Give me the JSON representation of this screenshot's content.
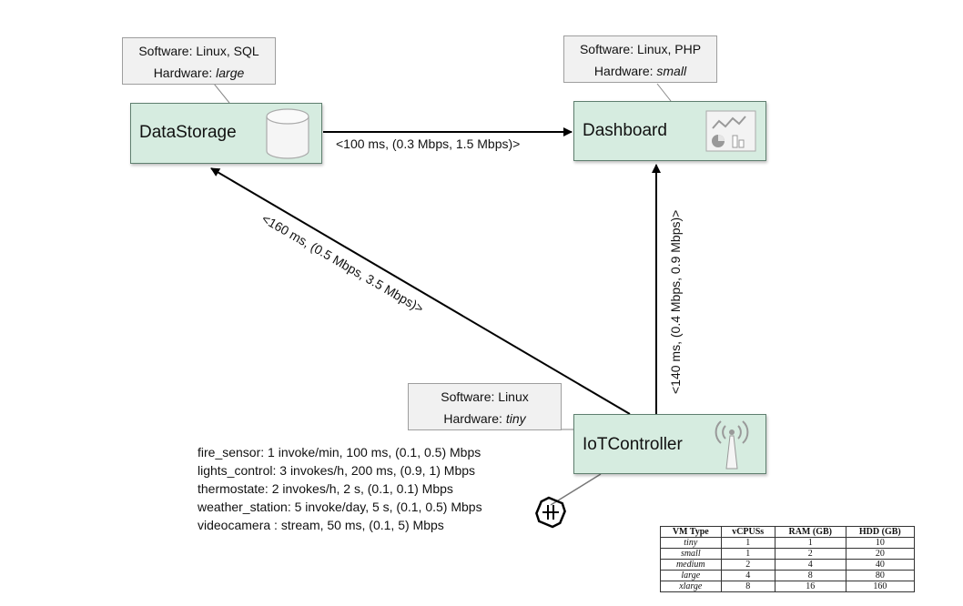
{
  "nodes": {
    "datastorage": {
      "label": "DataStorage",
      "software": "Software: Linux, SQL",
      "hardware_prefix": "Hardware: ",
      "hardware_value": "large",
      "icon": "database-cylinder-icon"
    },
    "dashboard": {
      "label": "Dashboard",
      "software": "Software: Linux, PHP",
      "hardware_prefix": "Hardware: ",
      "hardware_value": "small",
      "icon": "dashboard-chart-icon"
    },
    "iotcontroller": {
      "label": "IoTController",
      "software": "Software: Linux",
      "hardware_prefix": "Hardware: ",
      "hardware_value": "tiny",
      "icon": "antenna-icon"
    }
  },
  "edges": {
    "datastorage_dashboard": "<100 ms, (0.3 Mbps, 1.5 Mbps)>",
    "iotcontroller_datastorage": "<160 ms, (0.5 Mbps, 3.5 Mbps)>",
    "iotcontroller_dashboard": "<140 ms, (0.4 Mbps, 0.9 Mbps)>"
  },
  "devices": [
    "fire_sensor: 1 invoke/min, 100 ms, (0.1, 0.5) Mbps",
    "lights_control: 3 invokes/h, 200 ms, (0.9, 1) Mbps",
    "thermostate: 2 invokes/h, 2 s, (0.1, 0.1) Mbps",
    "weather_station: 5 invoke/day, 5 s, (0.1, 0.5) Mbps",
    "videocamera : stream, 50 ms, (0.1, 5) Mbps"
  ],
  "vm_table": {
    "headers": [
      "VM Type",
      "vCPUSs",
      "RAM (GB)",
      "HDD (GB)"
    ],
    "rows": [
      [
        "tiny",
        "1",
        "1",
        "10"
      ],
      [
        "small",
        "1",
        "2",
        "20"
      ],
      [
        "medium",
        "2",
        "4",
        "40"
      ],
      [
        "large",
        "4",
        "8",
        "80"
      ],
      [
        "xlarge",
        "8",
        "16",
        "160"
      ]
    ]
  },
  "colors": {
    "node_fill": "#d6ece0",
    "note_fill": "#f1f1f1",
    "edge": "#000000"
  }
}
